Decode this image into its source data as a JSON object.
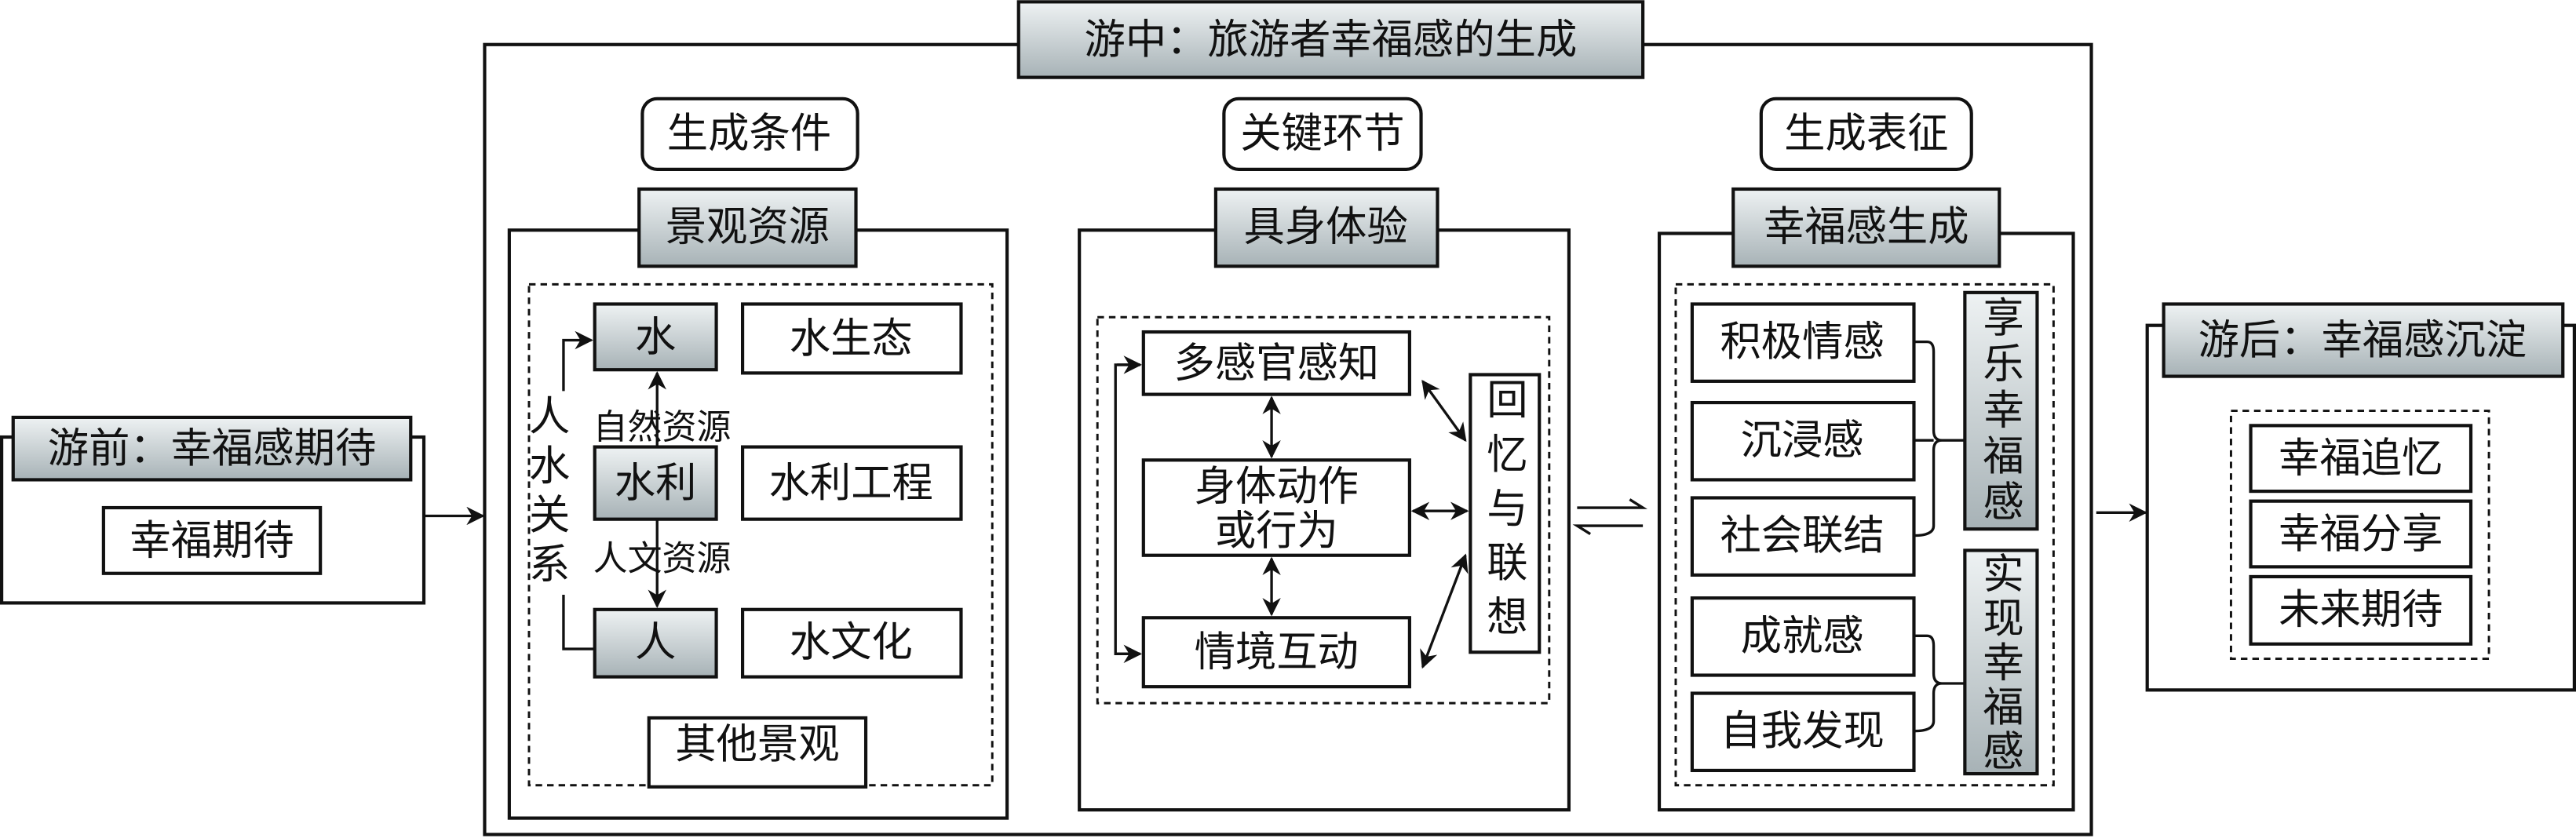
{
  "pre": {
    "title": "游前：幸福感期待",
    "item": "幸福期待"
  },
  "during": {
    "title": "游中：旅游者幸福感的生成",
    "conditions": {
      "label": "生成条件",
      "header": "景观资源",
      "core": [
        "水",
        "水利",
        "人"
      ],
      "types": [
        "水生态",
        "水利工程",
        "水文化"
      ],
      "relation": "人水关系",
      "natural": "自然资源",
      "cultural": "人文资源",
      "other": "其他景观"
    },
    "key": {
      "label": "关键环节",
      "header": "具身体验",
      "items": [
        "多感官感知",
        "身体动作",
        "或行为",
        "情境互动"
      ],
      "memory": "回忆与联想"
    },
    "representation": {
      "label": "生成表征",
      "header": "幸福感生成",
      "items": [
        "积极情感",
        "沉浸感",
        "社会联结",
        "成就感",
        "自我发现"
      ],
      "hedonic": "享乐幸福感",
      "eudaimonic": "实现幸福感"
    }
  },
  "post": {
    "title": "游后：幸福感沉淀",
    "items": [
      "幸福追忆",
      "幸福分享",
      "未来期待"
    ]
  },
  "colors": {
    "header_top": "#eef2f3",
    "header_bottom": "#a7b2b6",
    "line": "#111111"
  }
}
